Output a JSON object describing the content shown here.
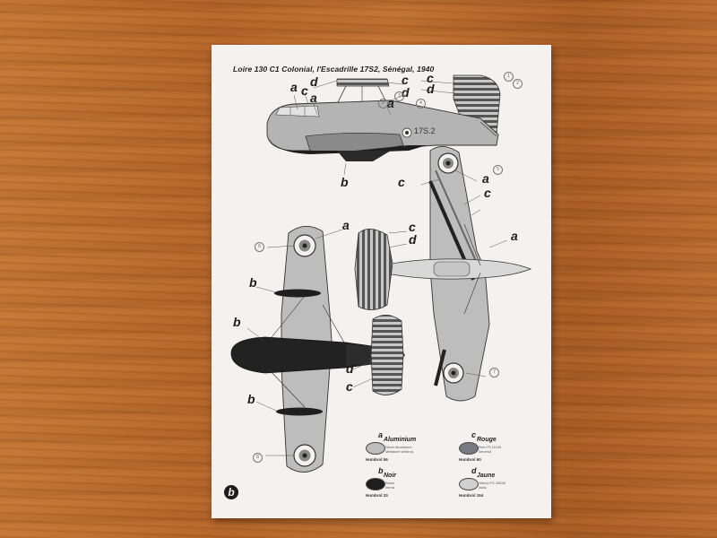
{
  "sheet": {
    "title": "Loire 130 C1 Colonial, l'Escadrille 17S2, Sénégal, 1940",
    "fuselage_code": "17S.2",
    "logo_letter": "b"
  },
  "labels": {
    "side": [
      "a",
      "c",
      "d",
      "a",
      "c",
      "d",
      "a",
      "b"
    ],
    "top_right": [
      "c",
      "a",
      "c",
      "a"
    ],
    "plan": [
      "a",
      "c",
      "d",
      "b",
      "b",
      "d",
      "c",
      "b"
    ]
  },
  "callouts": [
    "1",
    "2",
    "3",
    "4",
    "5",
    "6",
    "7",
    "8",
    "9"
  ],
  "legend": [
    {
      "code": "a",
      "name": "Aluminium",
      "desc1": "Silver Aluminium",
      "desc2": "Metalové stříbrná",
      "paint": "Humbrol 56",
      "color": "#bdbdbd"
    },
    {
      "code": "c",
      "name": "Rouge",
      "desc1": "Red FS 11105",
      "desc2": "červená",
      "paint": "Humbrol 60",
      "color": "#7a7a82"
    },
    {
      "code": "b",
      "name": "Noir",
      "desc1": "Black",
      "desc2": "černá",
      "paint": "Humbrol 33",
      "color": "#1e1e1e"
    },
    {
      "code": "d",
      "name": "Jaune",
      "desc1": "Yellow FS 33538",
      "desc2": "žlutá",
      "paint": "Humbrol 154",
      "color": "#d0d0d0"
    }
  ],
  "colors": {
    "background_wood": "#b86a2e",
    "sheet": "#f3f2ee",
    "ink": "#1d1d1d"
  }
}
